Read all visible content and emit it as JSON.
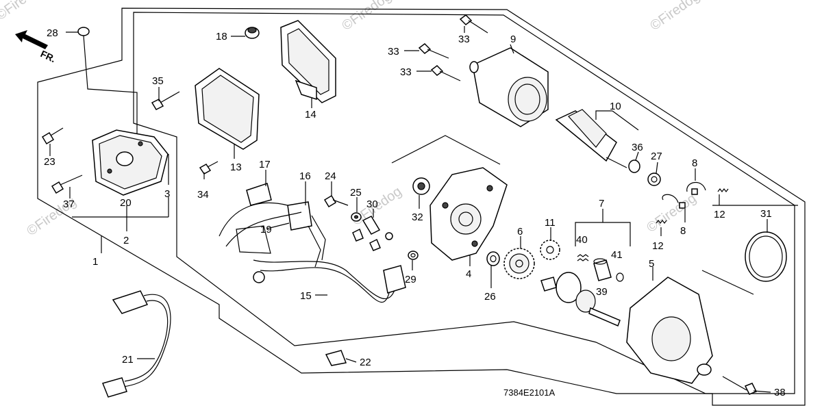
{
  "watermarks": [
    "©Firedog",
    "©Firedog",
    "©Firedog",
    "©Firedog",
    "©Firedog",
    "©Firedog"
  ],
  "direction_label": "FR.",
  "diagram_code": "7384E2101A",
  "callouts": [
    {
      "id": "c1",
      "label": "1"
    },
    {
      "id": "c2",
      "label": "2"
    },
    {
      "id": "c3",
      "label": "3"
    },
    {
      "id": "c4",
      "label": "4"
    },
    {
      "id": "c5",
      "label": "5"
    },
    {
      "id": "c6",
      "label": "6"
    },
    {
      "id": "c7",
      "label": "7"
    },
    {
      "id": "c8a",
      "label": "8"
    },
    {
      "id": "c8b",
      "label": "8"
    },
    {
      "id": "c9",
      "label": "9"
    },
    {
      "id": "c10",
      "label": "10"
    },
    {
      "id": "c11",
      "label": "11"
    },
    {
      "id": "c12a",
      "label": "12"
    },
    {
      "id": "c12b",
      "label": "12"
    },
    {
      "id": "c13",
      "label": "13"
    },
    {
      "id": "c14",
      "label": "14"
    },
    {
      "id": "c15",
      "label": "15"
    },
    {
      "id": "c16",
      "label": "16"
    },
    {
      "id": "c17",
      "label": "17"
    },
    {
      "id": "c18",
      "label": "18"
    },
    {
      "id": "c19",
      "label": "19"
    },
    {
      "id": "c20",
      "label": "20"
    },
    {
      "id": "c21",
      "label": "21"
    },
    {
      "id": "c22",
      "label": "22"
    },
    {
      "id": "c23",
      "label": "23"
    },
    {
      "id": "c24",
      "label": "24"
    },
    {
      "id": "c25",
      "label": "25"
    },
    {
      "id": "c26",
      "label": "26"
    },
    {
      "id": "c27",
      "label": "27"
    },
    {
      "id": "c28",
      "label": "28"
    },
    {
      "id": "c29",
      "label": "29"
    },
    {
      "id": "c30",
      "label": "30"
    },
    {
      "id": "c31",
      "label": "31"
    },
    {
      "id": "c32",
      "label": "32"
    },
    {
      "id": "c33a",
      "label": "33"
    },
    {
      "id": "c33b",
      "label": "33"
    },
    {
      "id": "c33c",
      "label": "33"
    },
    {
      "id": "c34",
      "label": "34"
    },
    {
      "id": "c35",
      "label": "35"
    },
    {
      "id": "c36",
      "label": "36"
    },
    {
      "id": "c37",
      "label": "37"
    },
    {
      "id": "c38",
      "label": "38"
    },
    {
      "id": "c39",
      "label": "39"
    },
    {
      "id": "c40",
      "label": "40"
    },
    {
      "id": "c41",
      "label": "41"
    }
  ]
}
